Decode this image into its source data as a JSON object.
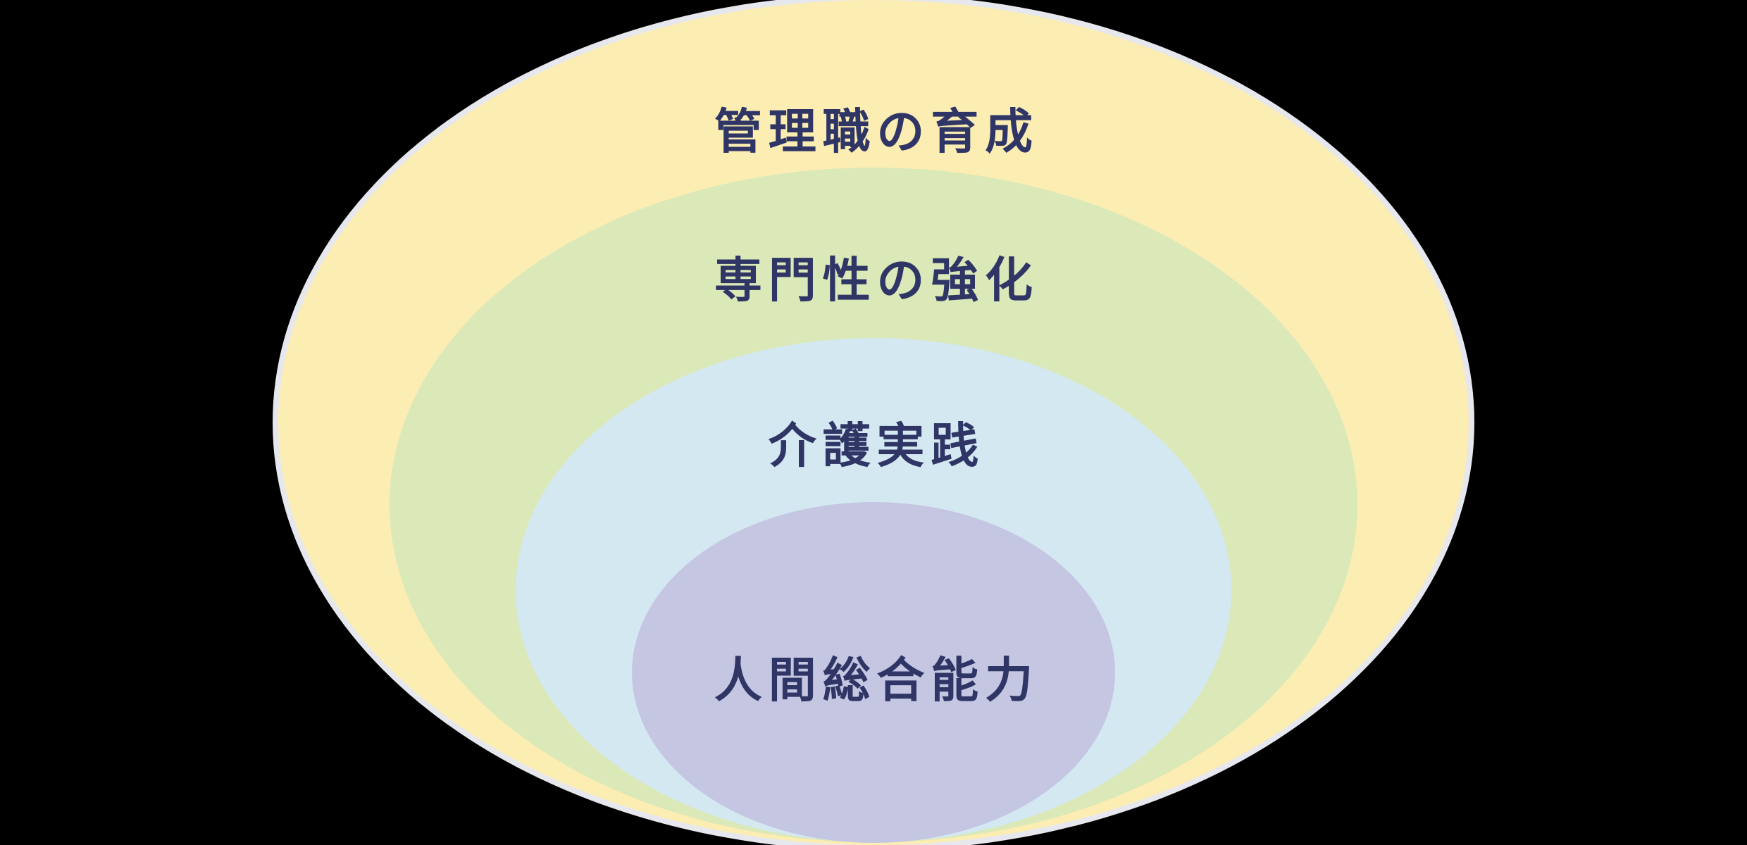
{
  "diagram": {
    "type": "nested-ellipses",
    "background_color": "#000000",
    "rim_color": "#e6e8ee",
    "text_color": "#2f3666",
    "layers": [
      {
        "label": "管理職の育成",
        "color": "#fcedb3"
      },
      {
        "label": "専門性の強化",
        "color": "#dbe8b8"
      },
      {
        "label": "介護実践",
        "color": "#d4e8f2"
      },
      {
        "label": "人間総合能力",
        "color": "#c5c6e2"
      }
    ]
  }
}
